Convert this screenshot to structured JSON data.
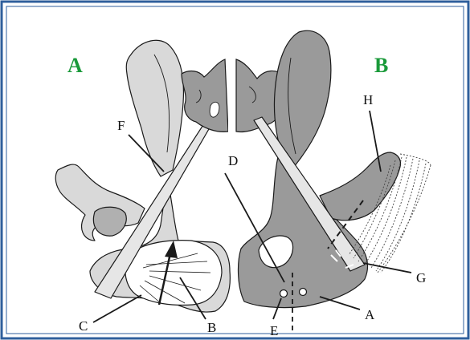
{
  "figure": {
    "panel_labels": {
      "left": "A",
      "right": "B"
    },
    "callouts": {
      "A": "A",
      "B": "B",
      "C": "C",
      "D": "D",
      "E": "E",
      "F": "F",
      "G": "G",
      "H": "H"
    }
  },
  "colors": {
    "border": "#2f5f9c",
    "panel_label": "#1a9a3a",
    "bone_light": "#d9d9d9",
    "bone_dark": "#9a9a9a",
    "outline": "#1a1a1a"
  }
}
